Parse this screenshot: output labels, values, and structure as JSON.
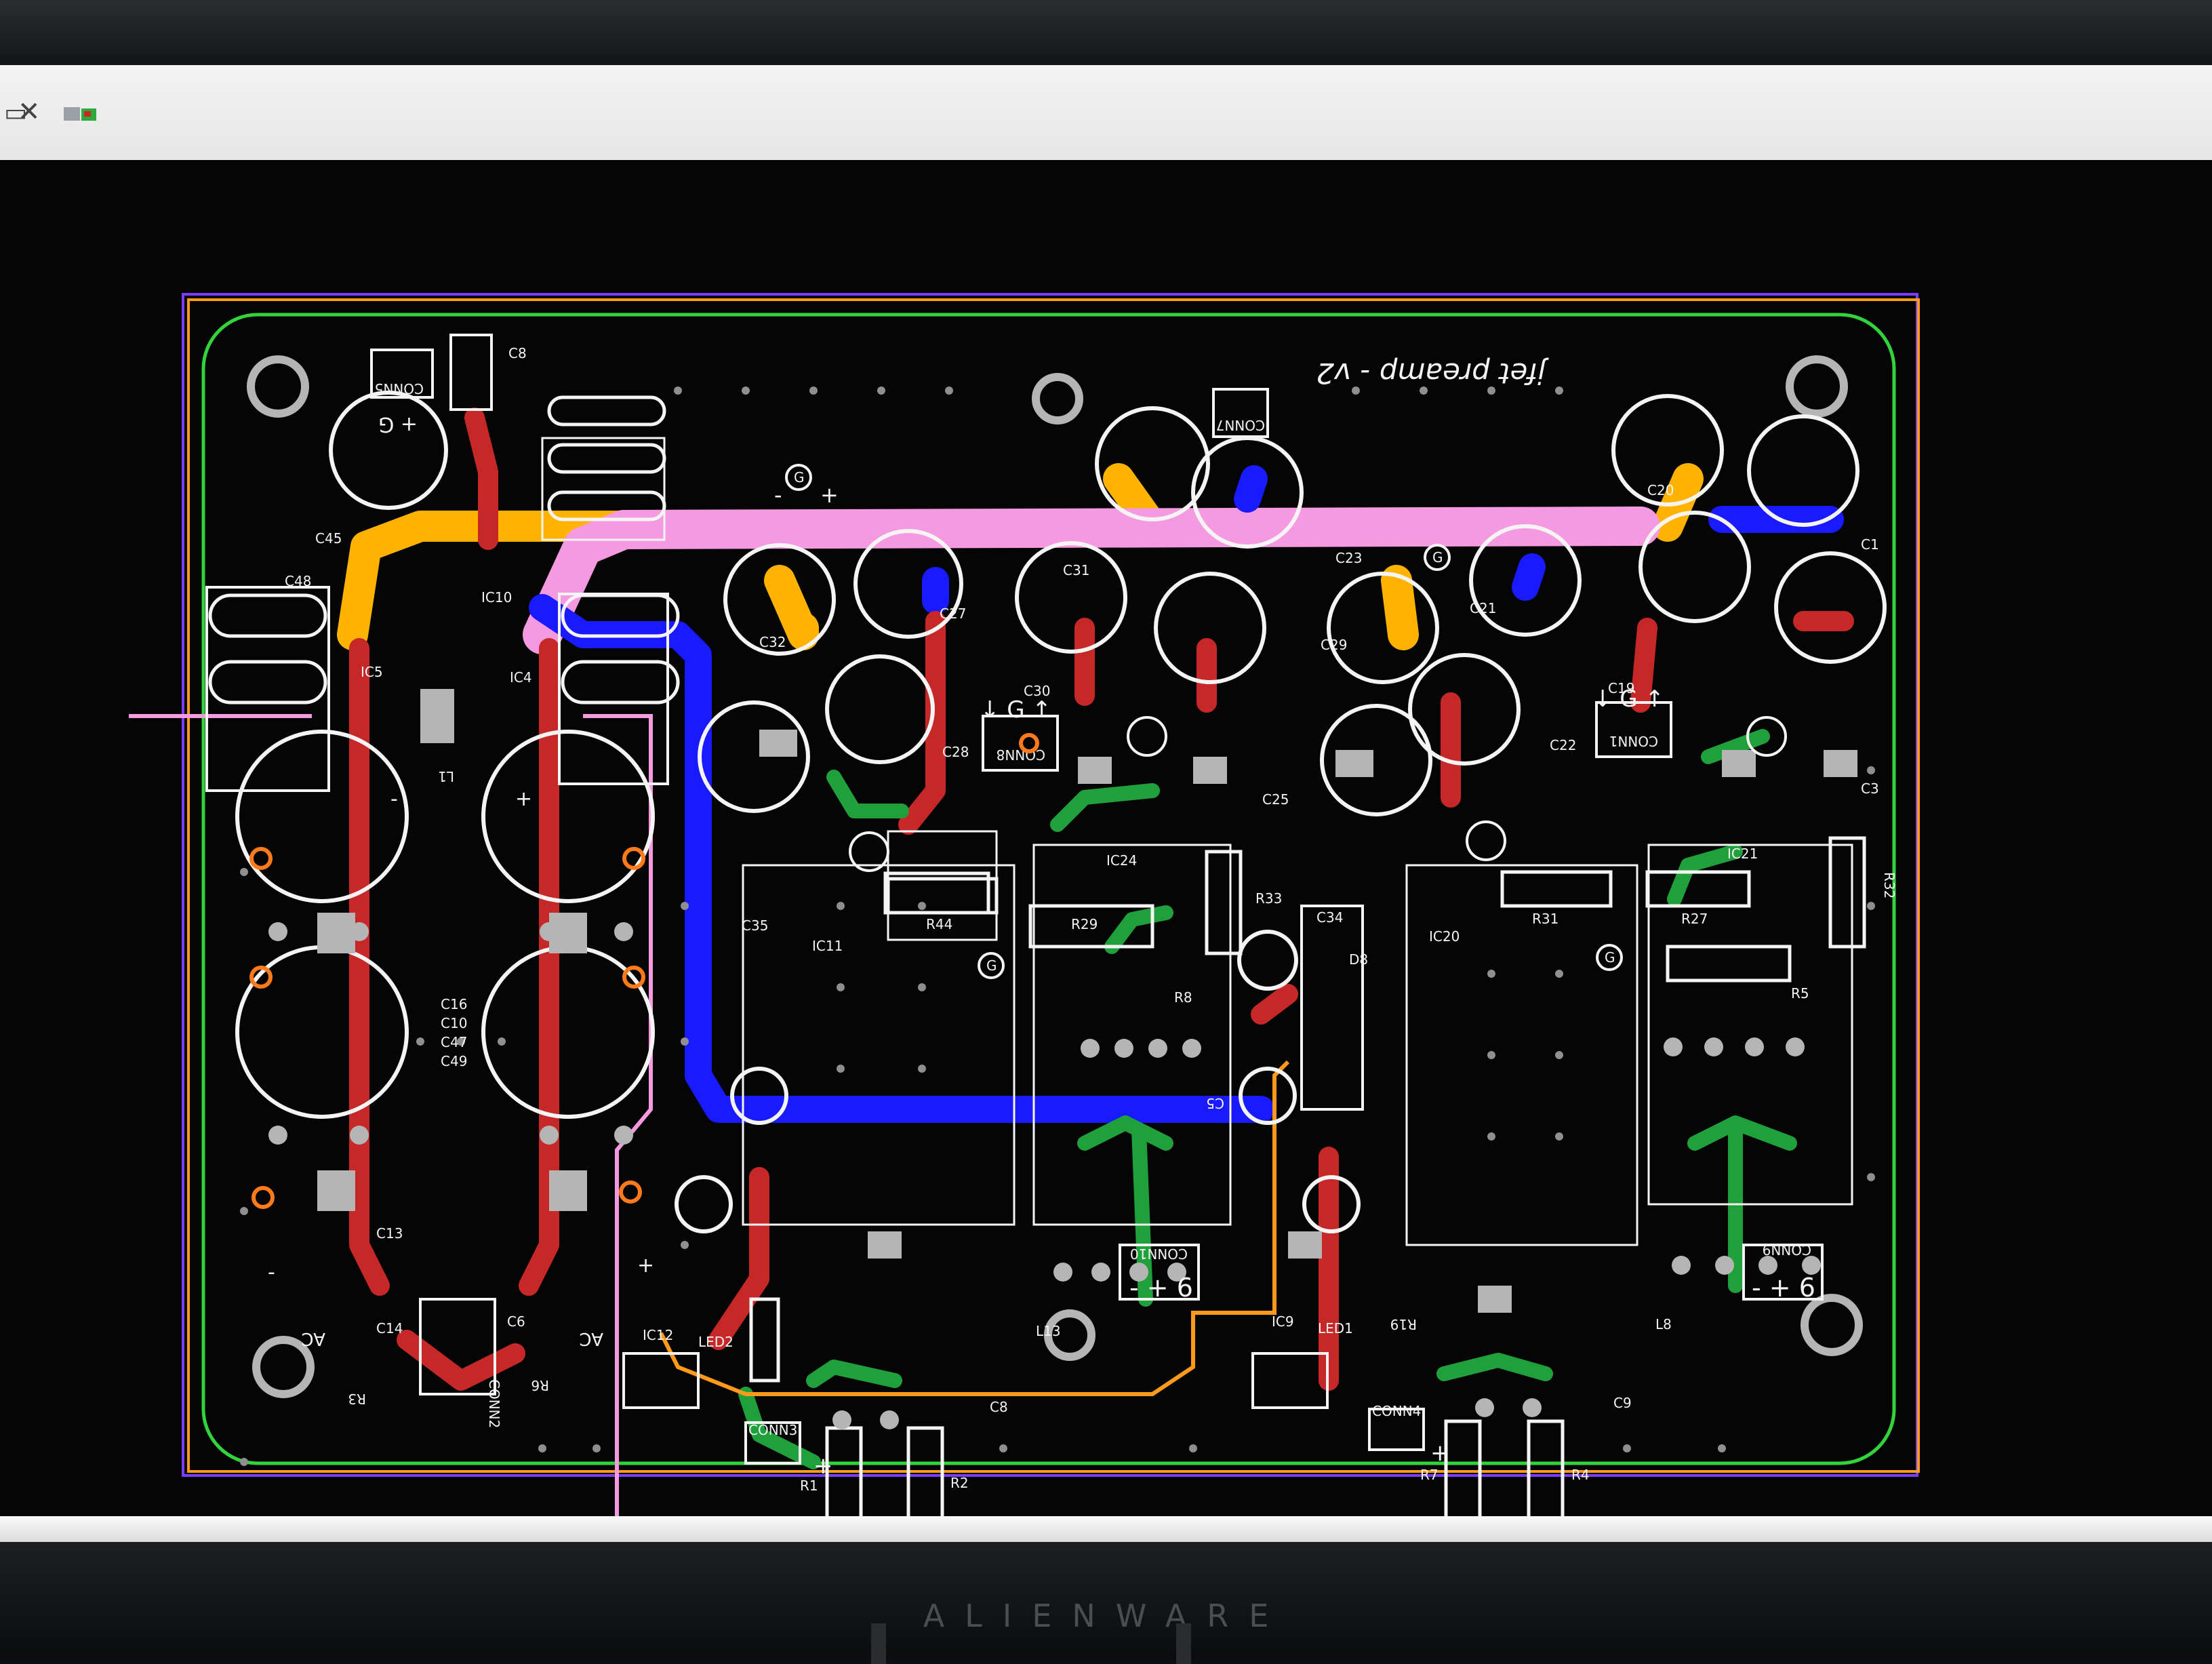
{
  "window": {
    "controls": {
      "minimize_icon": "minimize-icon",
      "close_icon": "close-icon"
    },
    "app_icon": "pcb-app-icon"
  },
  "board": {
    "title": "jfet preamp - v2",
    "colors": {
      "background": "#050505",
      "top_copper": "#c62828",
      "bottom_copper": "#1fa03a",
      "silkscreen": "#f4f4f4",
      "outline": "#31d43a",
      "pad": "#b5b5b5",
      "highlight_net_a": "#ffb300",
      "highlight_net_b": "#f59ae0",
      "highlight_net_c": "#1a1aff",
      "trace_orange": "#ff9a1a",
      "keepout": "#ff7a1a",
      "border_purple": "#7a3cff"
    },
    "labels": {
      "conn5": "CONN5",
      "conn7": "CONN7",
      "conn8": "CONN8",
      "conn1": "CONN1",
      "conn2": "CONN2",
      "conn3": "CONN3",
      "conn4": "CONN4",
      "conn10": "CONN10",
      "conn9": "CONN9",
      "c48": "C48",
      "c45": "C45",
      "c8_top": "C8",
      "ic10": "IC10",
      "ic5": "IC5",
      "ic4": "IC4",
      "c27": "C27",
      "c32": "C32",
      "c31": "C31",
      "c30": "C30",
      "c28": "C28",
      "c23": "C23",
      "c29": "C29",
      "c21": "C21",
      "c20": "C20",
      "c1": "C1",
      "c19": "C19",
      "c22": "C22",
      "c25": "C25",
      "c3": "C3",
      "c35": "C35",
      "c34": "C34",
      "r33": "R33",
      "r31": "R31",
      "r32": "R32",
      "r27": "R27",
      "r5": "R5",
      "r29": "R29",
      "r44": "R44",
      "r8": "R8",
      "ic11": "IC11",
      "ic24": "IC24",
      "ic20": "IC20",
      "ic21": "IC21",
      "d8": "D8",
      "c16": "C16",
      "c10": "C10",
      "c47": "C47",
      "c49": "C49",
      "l1": "L1",
      "c13": "C13",
      "c14": "C14",
      "c6": "C6",
      "ac_left": "AC",
      "ac_right": "AC",
      "ic12": "IC12",
      "led2": "LED2",
      "led1": "LED1",
      "ic9": "IC9",
      "l13": "L13",
      "l8": "L8",
      "c8_bottom": "C8",
      "c9": "C9",
      "r1": "R1",
      "r2": "R2",
      "r7": "R7",
      "r4": "R4",
      "r3": "R3",
      "r6": "R6",
      "r19": "R19",
      "c5": "C5",
      "conn8_sym": "↓ G ↑",
      "conn1_sym": "↓ G ↑",
      "conn10_sym": "- + 6",
      "conn9_sym": "- + 6",
      "conn5_sym": "+ G",
      "plus": "+",
      "minus": "-",
      "g_circle": "G"
    }
  },
  "monitor": {
    "brand": "ALIENWARE"
  }
}
